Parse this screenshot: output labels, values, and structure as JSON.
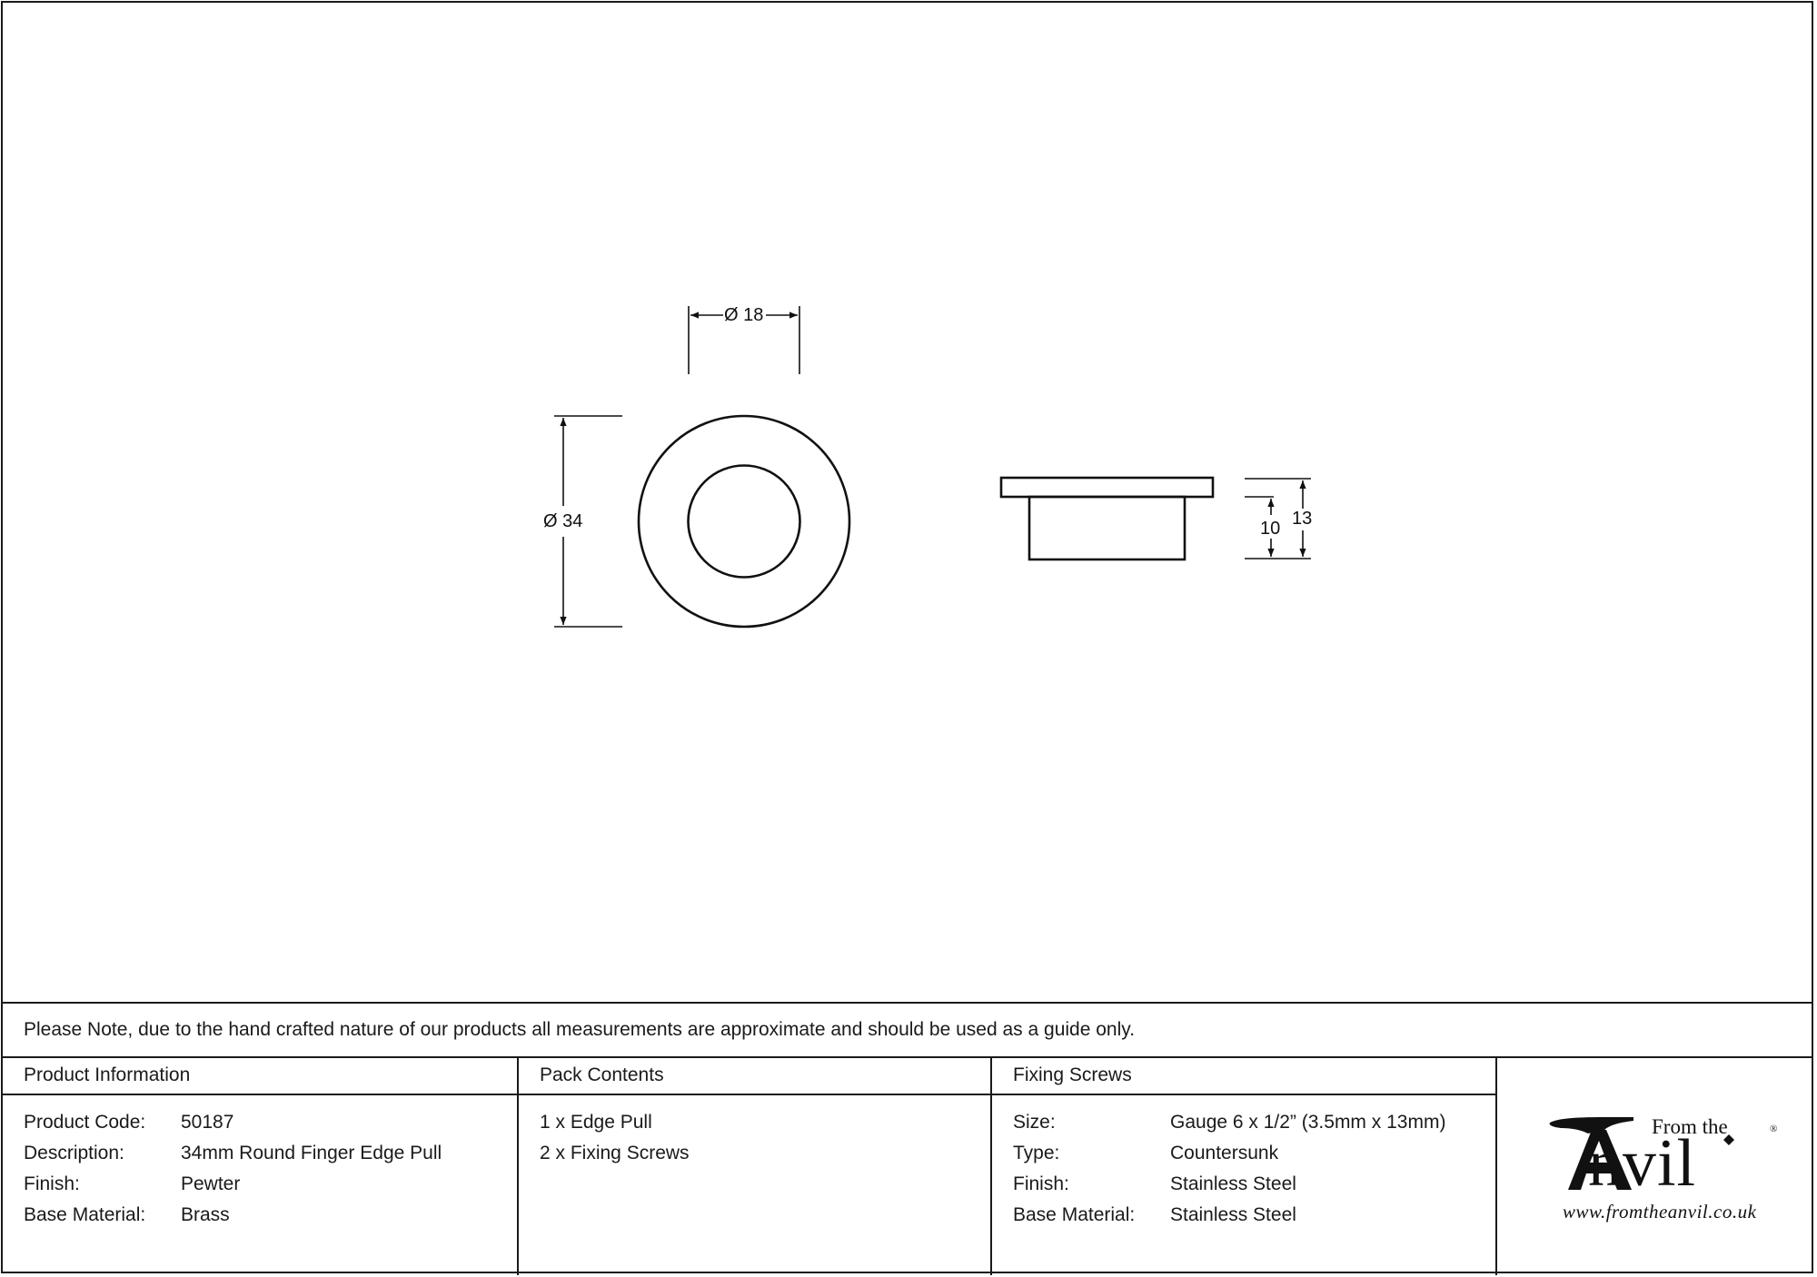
{
  "drawing": {
    "front_view": {
      "outer_diameter_label": "Ø 34",
      "inner_diameter_label": "Ø 18"
    },
    "side_view": {
      "overall_height_label": "13",
      "body_height_label": "10"
    }
  },
  "note": "Please Note, due to the hand crafted nature of our products all measurements are approximate and should be used as a guide only.",
  "product_information": {
    "heading": "Product Information",
    "rows": [
      {
        "label": "Product Code:",
        "value": "50187"
      },
      {
        "label": "Description:",
        "value": "34mm Round Finger Edge Pull"
      },
      {
        "label": "Finish:",
        "value": "Pewter"
      },
      {
        "label": "Base Material:",
        "value": "Brass"
      }
    ]
  },
  "pack_contents": {
    "heading": "Pack Contents",
    "items": [
      "1 x Edge Pull",
      "2 x Fixing Screws"
    ]
  },
  "fixing_screws": {
    "heading": "Fixing Screws",
    "rows": [
      {
        "label": "Size:",
        "value": "Gauge 6 x 1/2” (3.5mm x 13mm)"
      },
      {
        "label": "Type:",
        "value": "Countersunk"
      },
      {
        "label": "Finish:",
        "value": "Stainless Steel"
      },
      {
        "label": "Base Material:",
        "value": "Stainless Steel"
      }
    ]
  },
  "logo": {
    "tagline": "From the",
    "brand": "Anvil",
    "registered": "®",
    "url": "www.fromtheanvil.co.uk"
  }
}
